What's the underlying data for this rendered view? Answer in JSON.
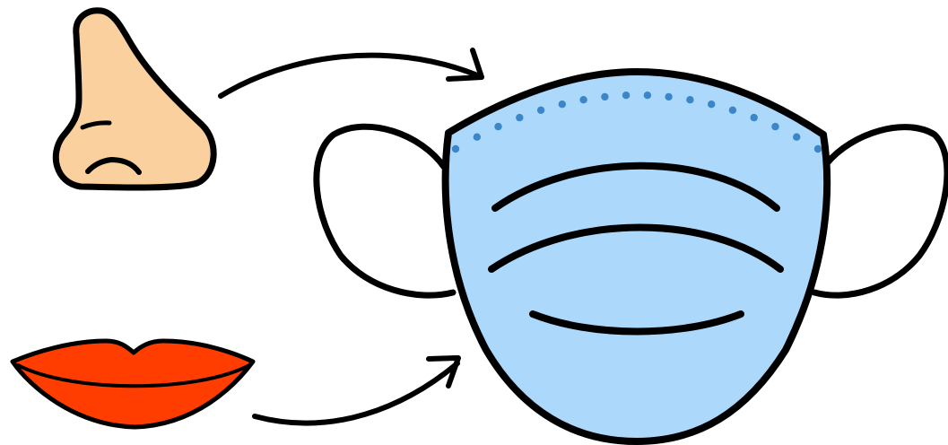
{
  "diagram": {
    "elements": [
      {
        "id": "nose",
        "icon": "nose-icon",
        "color": "#FAD19E"
      },
      {
        "id": "lips",
        "icon": "lips-icon",
        "color": "#FF3D00"
      },
      {
        "id": "mask",
        "icon": "face-mask-icon",
        "color": "#ACD9FB",
        "stitch_color": "#3A86C8"
      }
    ],
    "connections": [
      {
        "from": "nose",
        "to": "mask",
        "style": "curved-arrow"
      },
      {
        "from": "lips",
        "to": "mask",
        "style": "curved-arrow"
      }
    ]
  }
}
